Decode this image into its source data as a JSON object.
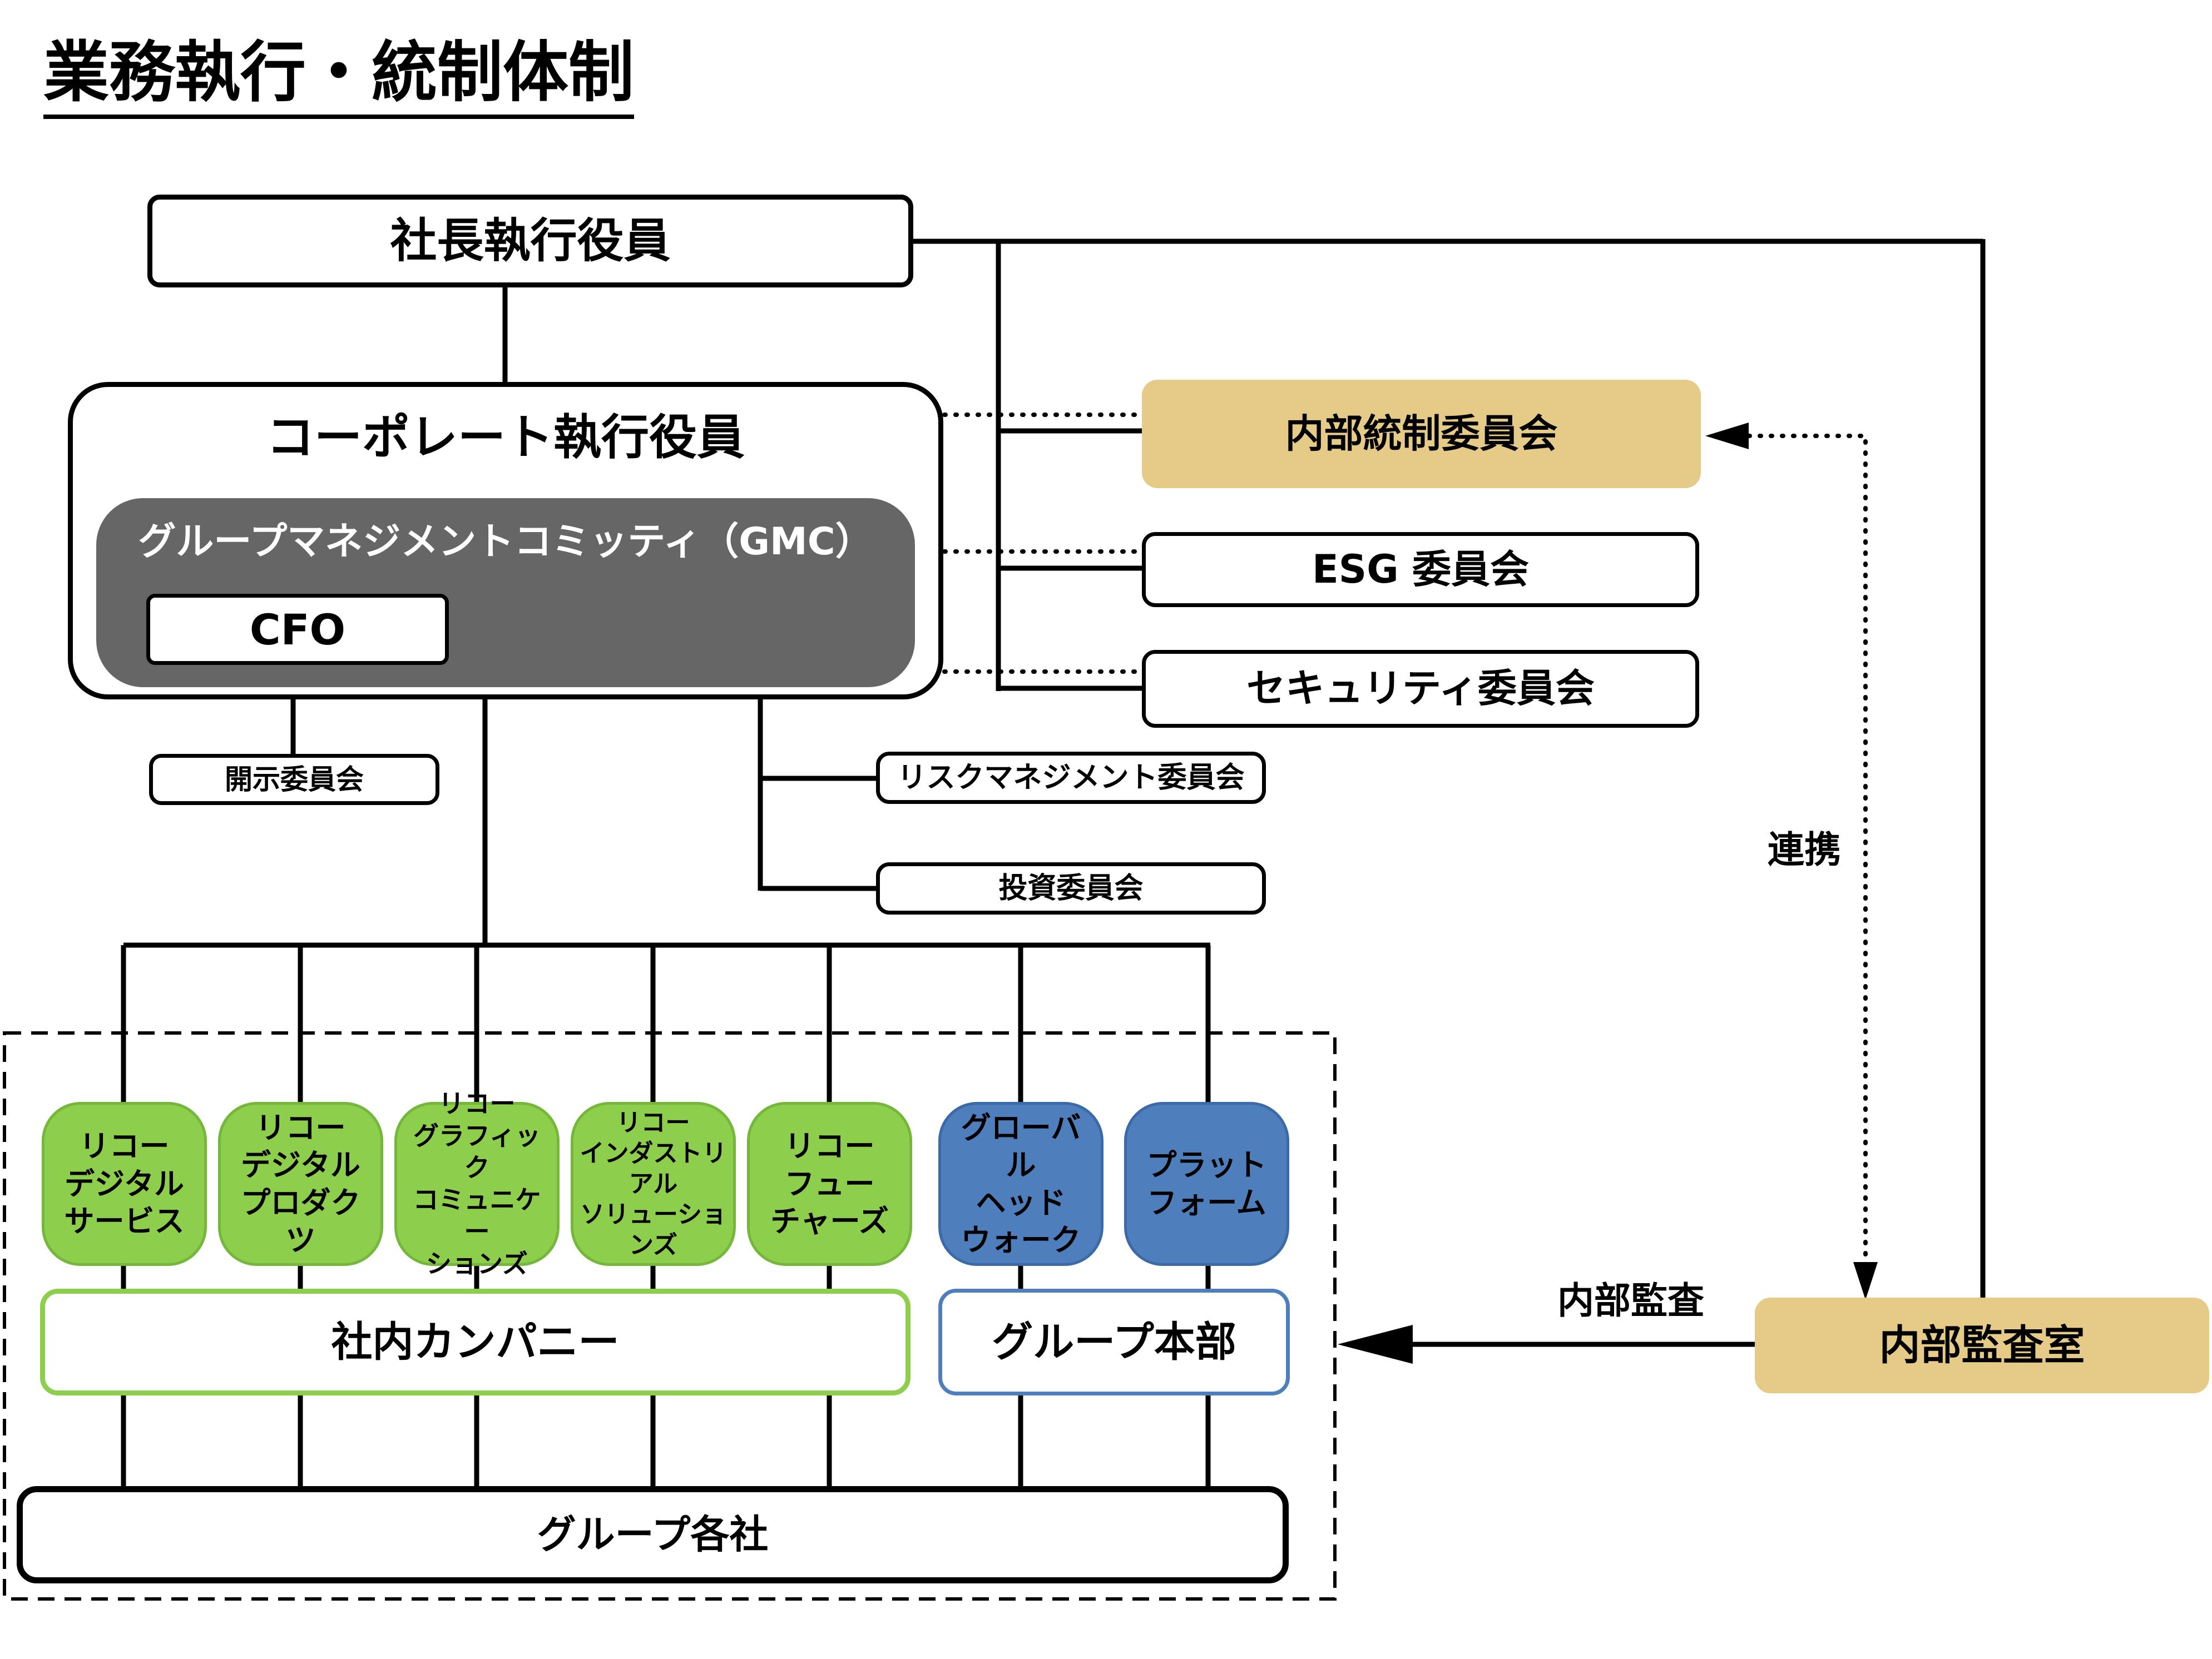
{
  "title": "業務執行・統制体制",
  "president": "社長執行役員",
  "corporate": "コーポレート執行役員",
  "gmc": "グループマネジメントコミッティ（GMC）",
  "cfo": "CFO",
  "disclosure_committee": "開示委員会",
  "committees": {
    "internal_control": "内部統制委員会",
    "esg": "ESG 委員会",
    "security": "セキュリティ委員会",
    "risk": "リスクマネジメント委員会",
    "investment": "投資委員会"
  },
  "business_units": [
    {
      "label": "リコー\nデジタル\nサービス",
      "color": "#8ece4d"
    },
    {
      "label": "リコー\nデジタル\nプロダクツ",
      "color": "#8ece4d"
    },
    {
      "label": "リコー\nグラフィック\nコミュニケー\nションズ",
      "color": "#8ece4d"
    },
    {
      "label": "リコー\nインダストリアル\nソリューションズ",
      "color": "#8ece4d"
    },
    {
      "label": "リコー\nフュー\nチャーズ",
      "color": "#8ece4d"
    },
    {
      "label": "グローバル\nヘッド\nウォーク",
      "color": "#4f7ebd"
    },
    {
      "label": "プラット\nフォーム",
      "color": "#4f7ebd"
    }
  ],
  "internal_company": "社内カンパニー",
  "group_hq": "グループ本部",
  "group_companies": "グループ各社",
  "audit_office": "内部監査室",
  "internal_audit": "内部監査",
  "cooperation": "連携",
  "colors": {
    "gold": "#e6cb88",
    "green": "#8ece4d",
    "blue": "#4f7ebd",
    "gmc_gray": "#666666",
    "green_border": "#8ece4d",
    "blue_border": "#4f7ebd"
  }
}
